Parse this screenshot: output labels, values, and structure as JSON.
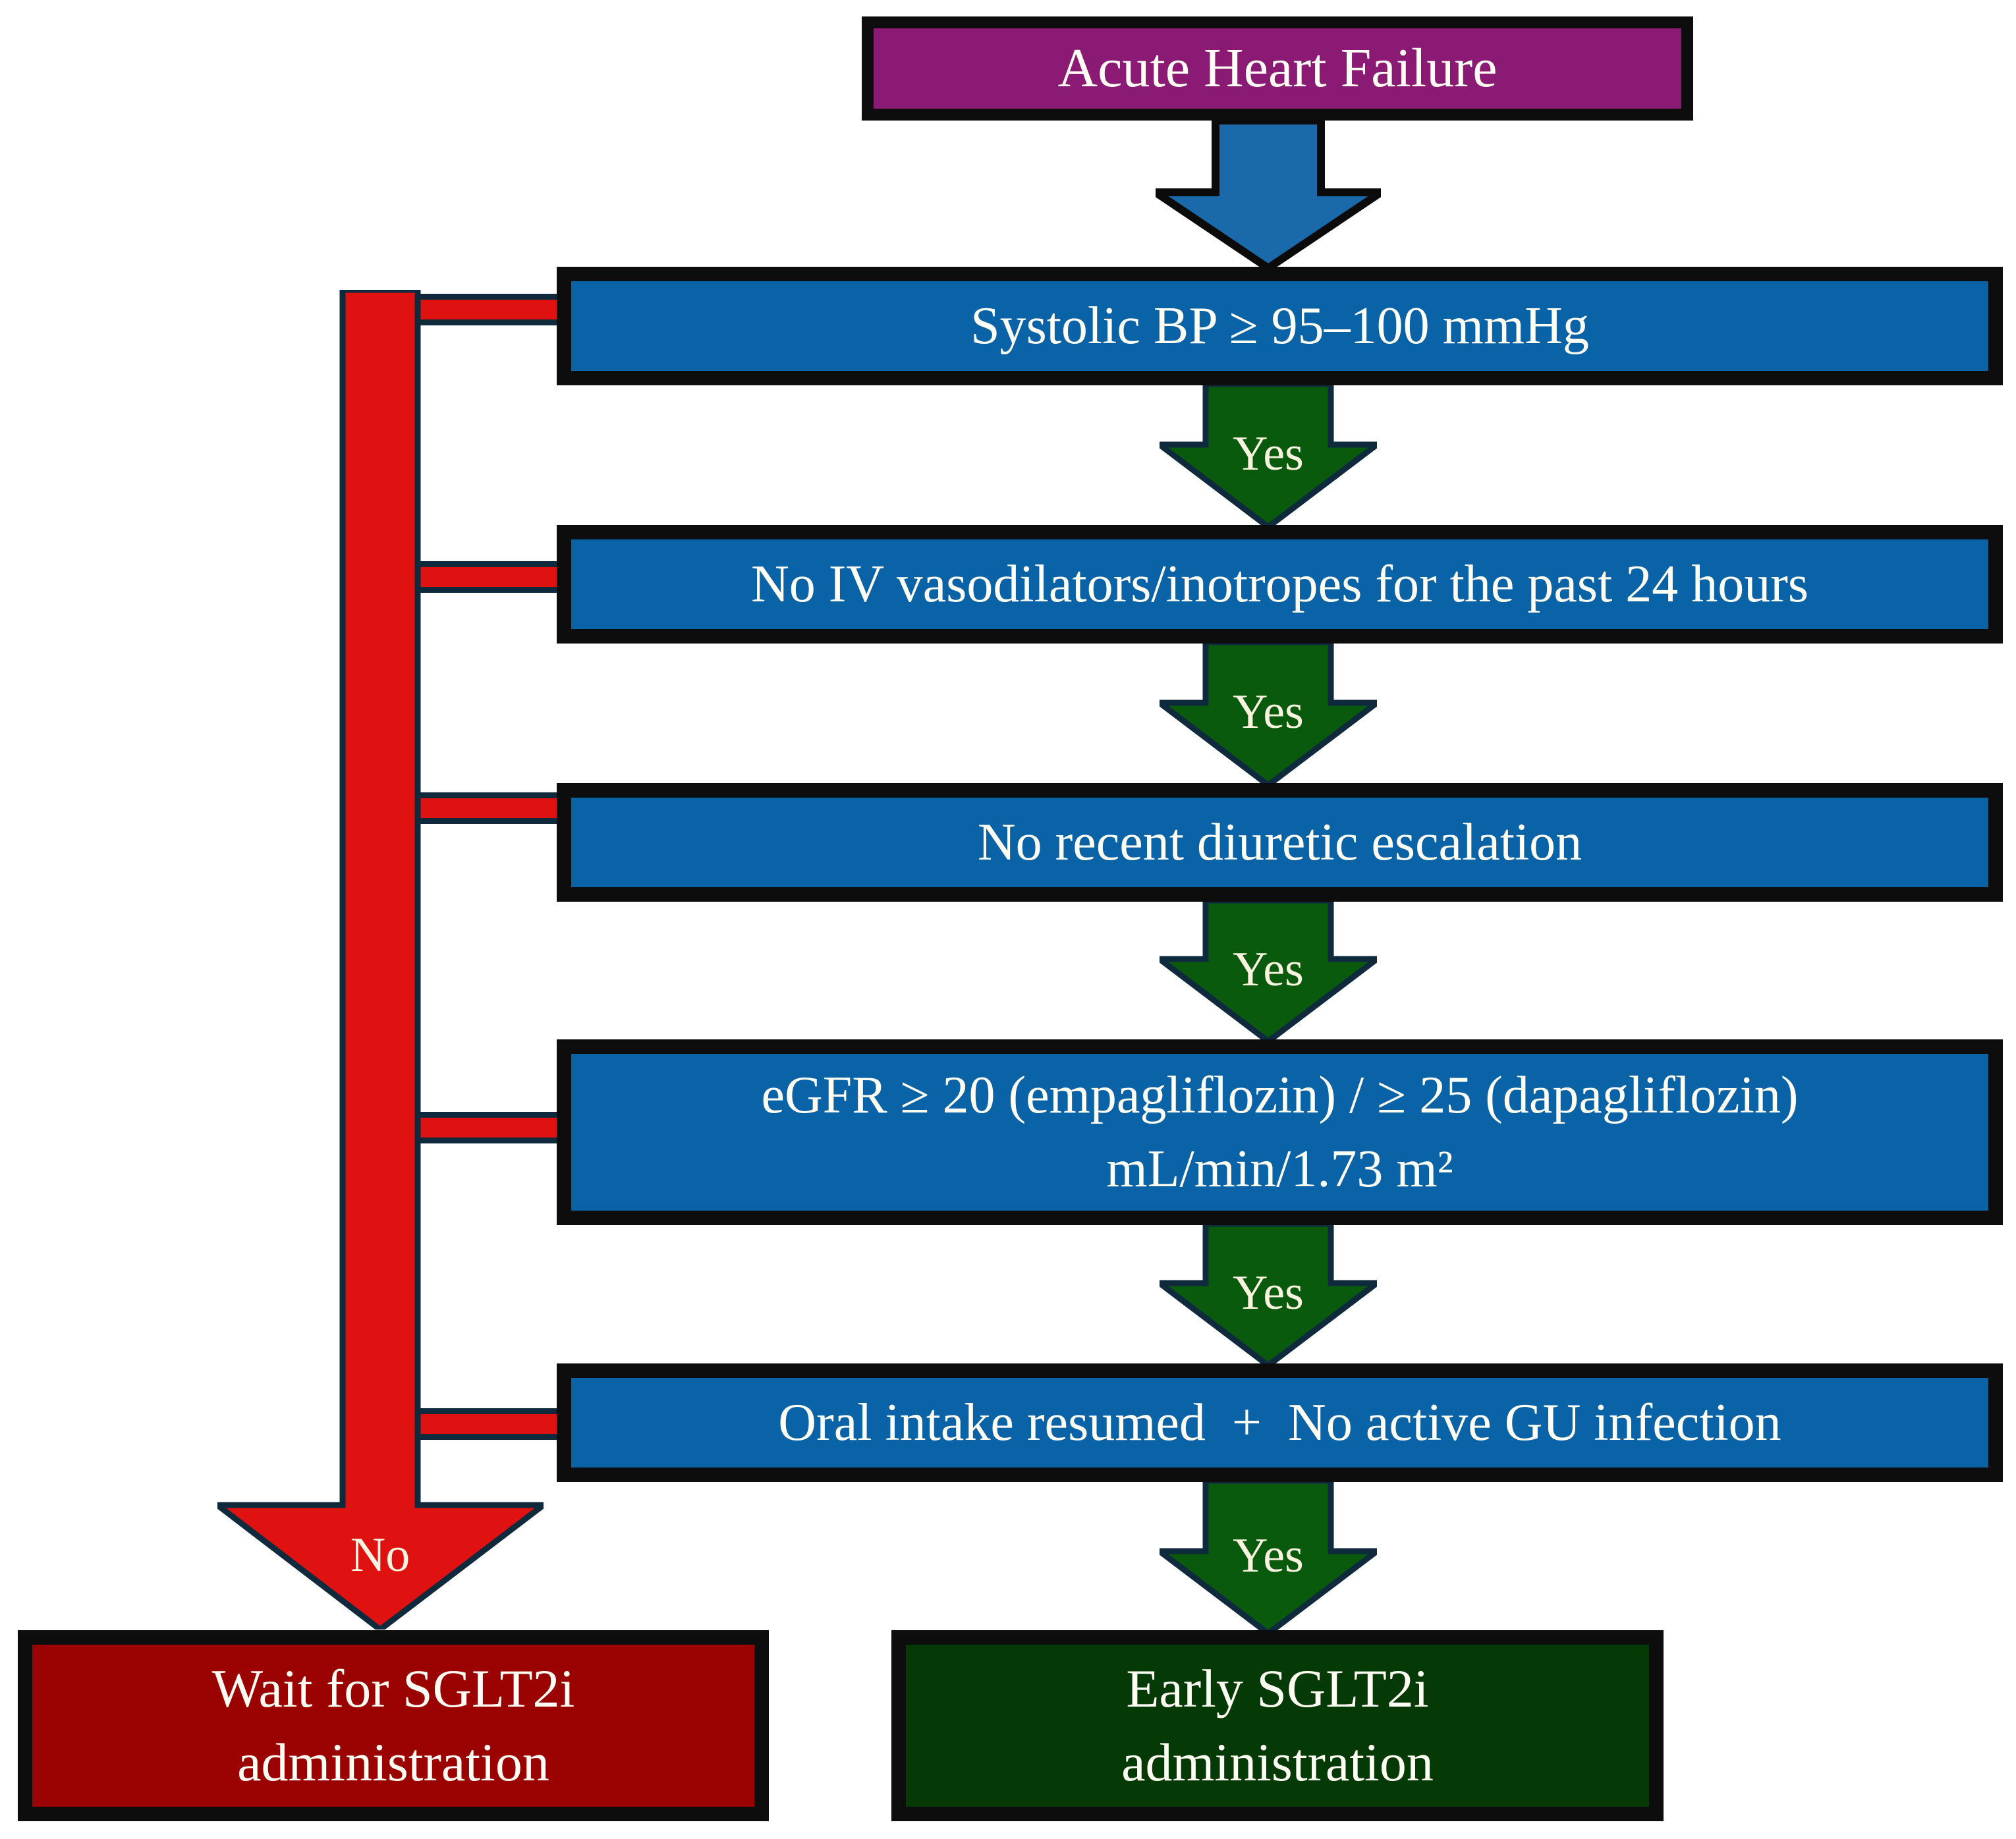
{
  "diagram": {
    "start": "Acute Heart Failure",
    "steps": [
      {
        "text": "Systolic BP ≥ 95–100 mmHg"
      },
      {
        "text": "No IV vasodilators/inotropes for the past 24 hours"
      },
      {
        "text": "No recent diuretic escalation"
      },
      {
        "text": "eGFR ≥ 20 (empagliflozin) / ≥ 25 (dapagliflozin)",
        "text2": "mL/min/1.73 m²"
      },
      {
        "text": "Oral intake resumed + No active GU infection"
      }
    ],
    "yes_label": "Yes",
    "no_label": "No",
    "wait_outcome": {
      "line1": "Wait for SGLT2i",
      "line2": "administration"
    },
    "early_outcome": {
      "line1": "Early SGLT2i",
      "line2": "administration"
    }
  },
  "colors": {
    "start_fill": "#8B1A74",
    "step_fill": "#0A63A6",
    "start_arrow": "#1A6AAB",
    "yes_arrow": "#0A5A0E",
    "no_arrow": "#E01111",
    "wait_fill": "#9B0303",
    "early_fill": "#053A06",
    "box_border": "#0D0D0D",
    "arrow_outline": "#0F2A3C"
  }
}
